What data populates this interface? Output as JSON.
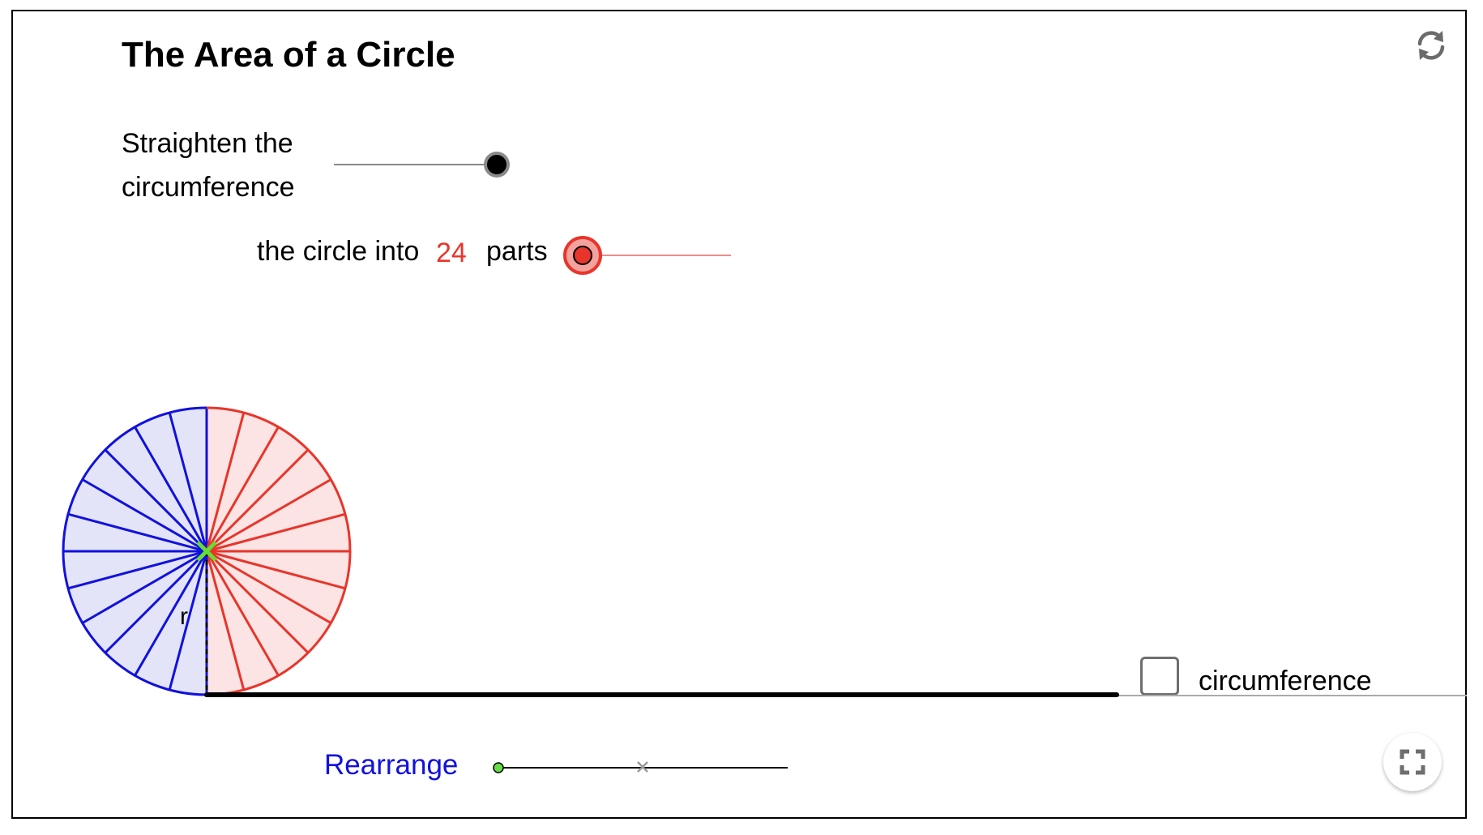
{
  "header": {
    "title": "The Area of a Circle",
    "reset_icon": "reset-arrows-icon"
  },
  "controls": {
    "straighten": {
      "label_line1": "Straighten the",
      "label_line2": "circumference",
      "slider_value": "max",
      "color": "#000000"
    },
    "divide": {
      "label_prefix": "the circle into",
      "parts_value": "24",
      "label_suffix": "parts",
      "slider_value": "min",
      "color": "#e8352b"
    },
    "rearrange": {
      "label": "Rearrange",
      "color": "#1111dd",
      "start_point_color": "#66dd44"
    },
    "circumference_checkbox": {
      "label": "circumference",
      "checked": false
    }
  },
  "figure": {
    "sectors": 24,
    "left_color": "#1111dd",
    "left_fill": "#e3e4f8",
    "right_color": "#e8352b",
    "right_fill": "#fbe4e3",
    "center_marker_color": "#66dd33",
    "radius_label": "r"
  },
  "footer": {
    "fullscreen_icon": "fullscreen-icon"
  }
}
